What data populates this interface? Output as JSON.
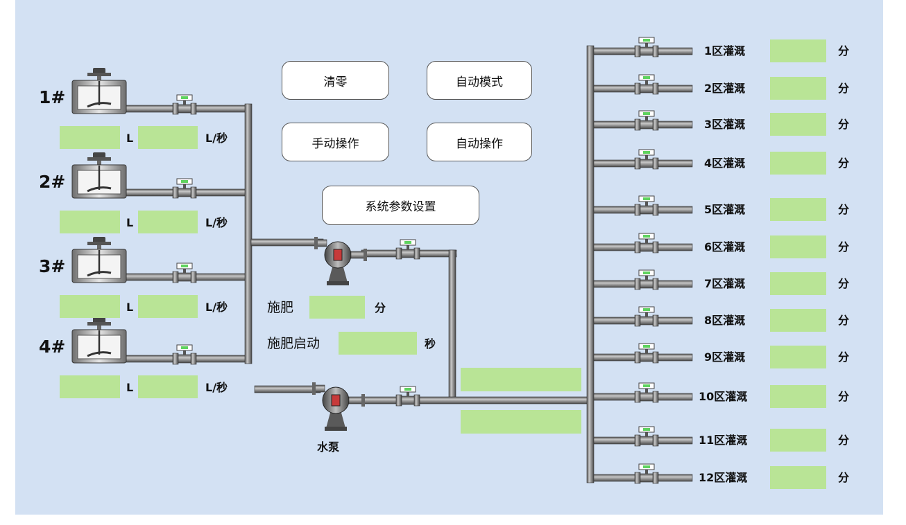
{
  "tanks": [
    {
      "label": "1#",
      "volume_unit": "L",
      "rate_unit": "L/秒",
      "volume_value": "",
      "rate_value": ""
    },
    {
      "label": "2#",
      "volume_unit": "L",
      "rate_unit": "L/秒",
      "volume_value": "",
      "rate_value": ""
    },
    {
      "label": "3#",
      "volume_unit": "L",
      "rate_unit": "L/秒",
      "volume_value": "",
      "rate_value": ""
    },
    {
      "label": "4#",
      "volume_unit": "L",
      "rate_unit": "L/秒",
      "volume_value": "",
      "rate_value": ""
    }
  ],
  "buttons": {
    "clear": "清零",
    "auto_mode": "自动模式",
    "manual_operation": "手动操作",
    "auto_operation": "自动操作",
    "system_settings": "系统参数设置"
  },
  "fertilize": {
    "label": "施肥",
    "unit": "分",
    "start_label": "施肥启动",
    "start_unit": "秒"
  },
  "pump": {
    "label": "水泵"
  },
  "zones": [
    {
      "label": "1区灌溉",
      "unit": "分"
    },
    {
      "label": "2区灌溉",
      "unit": "分"
    },
    {
      "label": "3区灌溉",
      "unit": "分"
    },
    {
      "label": "4区灌溉",
      "unit": "分"
    },
    {
      "label": "5区灌溉",
      "unit": "分"
    },
    {
      "label": "6区灌溉",
      "unit": "分"
    },
    {
      "label": "7区灌溉",
      "unit": "分"
    },
    {
      "label": "8区灌溉",
      "unit": "分"
    },
    {
      "label": "9区灌溉",
      "unit": "分"
    },
    {
      "label": "10区灌溉",
      "unit": "分"
    },
    {
      "label": "11区灌溉",
      "unit": "分"
    },
    {
      "label": "12区灌溉",
      "unit": "分"
    }
  ],
  "colors": {
    "background": "#d3e1f3",
    "field_fill": "#b9e496",
    "pipe": "#8a8a8a",
    "valve_indicator": "#5fd35f"
  }
}
